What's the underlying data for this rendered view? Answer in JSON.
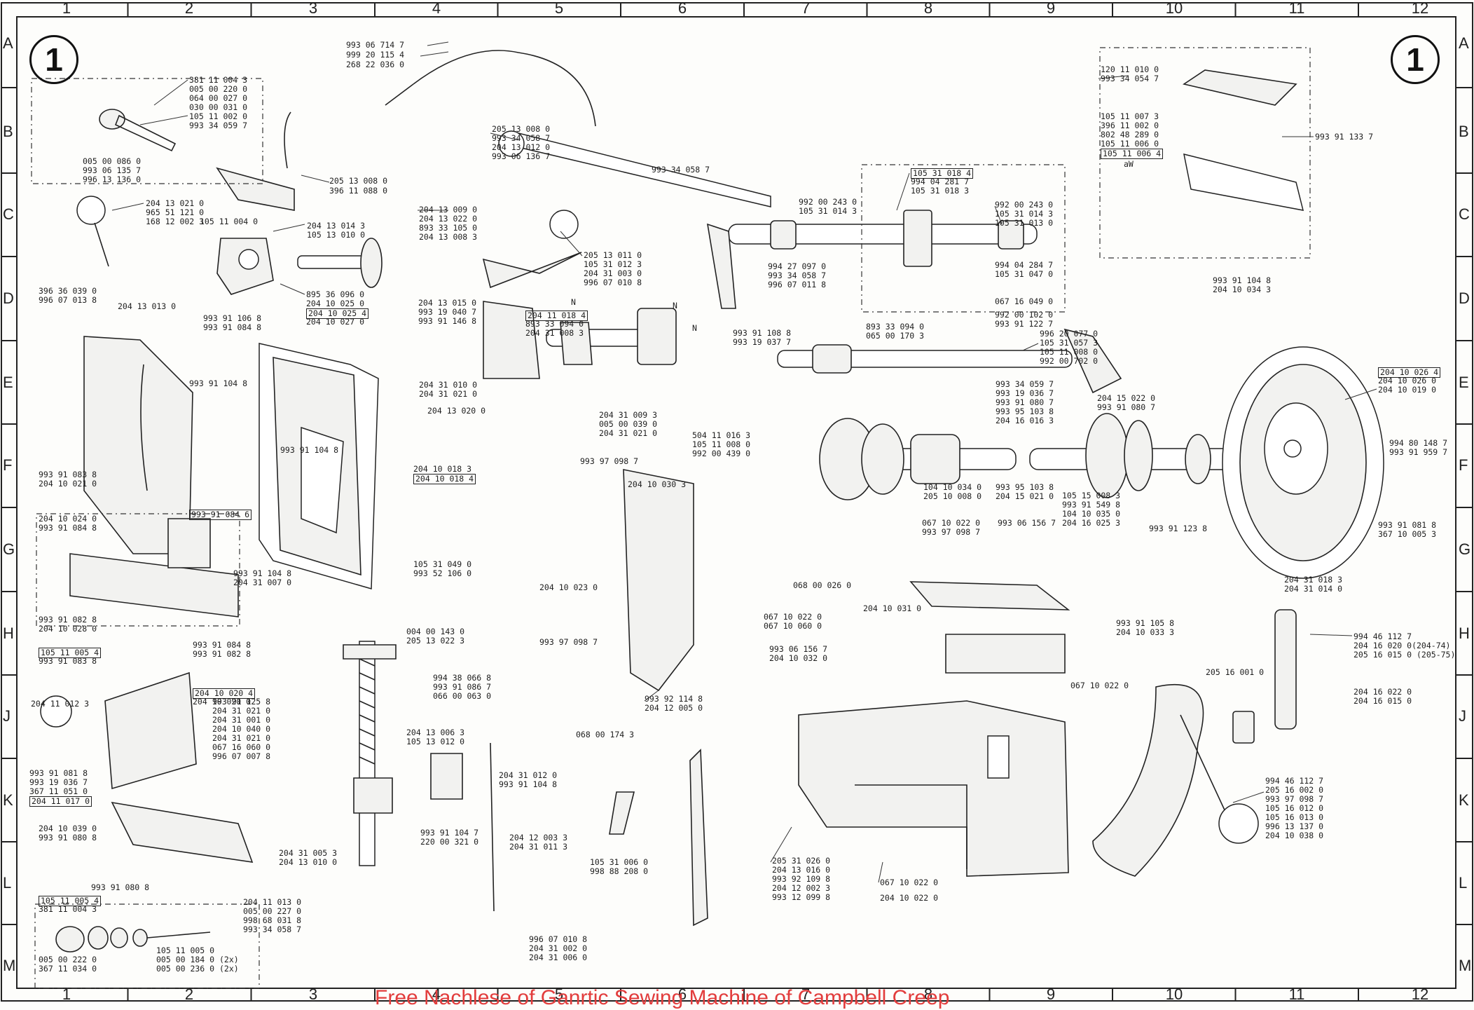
{
  "sheet_number": "1",
  "footer_text": "Free Nachlese of Ganrtic Sewing Machine of Campbell Creep",
  "grid": {
    "columns": [
      "1",
      "2",
      "3",
      "4",
      "5",
      "6",
      "7",
      "8",
      "9",
      "10",
      "11",
      "12"
    ],
    "rows": [
      "A",
      "B",
      "C",
      "D",
      "E",
      "F",
      "G",
      "H",
      "J",
      "K",
      "L",
      "M"
    ]
  },
  "callouts": [
    {
      "text": "993 06 714 7"
    },
    {
      "text": "999 20 115 4"
    },
    {
      "text": "268 22 036 0"
    },
    {
      "text": "381 11 004 3"
    },
    {
      "text": "005 00 220 0"
    },
    {
      "text": "064 00 027 0"
    },
    {
      "text": "030 00 031 0"
    },
    {
      "text": "105 11 002 0"
    },
    {
      "text": "993 34 059 7"
    },
    {
      "text": "005 00 086 0"
    },
    {
      "text": "993 06 135 7"
    },
    {
      "text": "996 13 136 0"
    },
    {
      "text": "205 13 008 0"
    },
    {
      "text": "396 11 088 0"
    },
    {
      "text": "204 13 021 0"
    },
    {
      "text": "965 51 121 0"
    },
    {
      "text": "168 12 002 3"
    },
    {
      "text": "105 11 004 0"
    },
    {
      "text": "396 36 039 0"
    },
    {
      "text": "996 07 013 8"
    },
    {
      "text": "204 13 013 0"
    },
    {
      "text": "204 13 014 3"
    },
    {
      "text": "105 13 010 0"
    },
    {
      "text": "895 36 096 0"
    },
    {
      "text": "204 10 025 0"
    },
    {
      "text": "204 10 025 4",
      "boxed": true
    },
    {
      "text": "204 10 027 0"
    },
    {
      "text": "993 91 106 8"
    },
    {
      "text": "993 91 084 8"
    },
    {
      "text": "993 91 104 8"
    },
    {
      "text": "204 13 015 0"
    },
    {
      "text": "993 19 040 7"
    },
    {
      "text": "993 91 146 8"
    },
    {
      "text": "204 13 020 0"
    },
    {
      "text": "993 91 083 8"
    },
    {
      "text": "204 10 021 0"
    },
    {
      "text": "993 91 104 8"
    },
    {
      "text": "204 10 018 3"
    },
    {
      "text": "204 10 018 4",
      "boxed": true
    },
    {
      "text": "204 10 024 0"
    },
    {
      "text": "993 91 084 8"
    },
    {
      "text": "993 91 084 6",
      "boxed": true
    },
    {
      "text": "993 91 104 8"
    },
    {
      "text": "204 31 007 0"
    },
    {
      "text": "105 31 049 0"
    },
    {
      "text": "993 52 106 0"
    },
    {
      "text": "993 91 082 8"
    },
    {
      "text": "204 10 028 0"
    },
    {
      "text": "993 91 084 8"
    },
    {
      "text": "993 91 082 8"
    },
    {
      "text": "105 11 005 4",
      "boxed": true
    },
    {
      "text": "993 91 083 8"
    },
    {
      "text": "204 10 020 4",
      "boxed": true
    },
    {
      "text": "204 10 020 0"
    },
    {
      "text": "204 11 012 3"
    },
    {
      "text": "993 91 081 8"
    },
    {
      "text": "993 19 036 7"
    },
    {
      "text": "367 11 051 0"
    },
    {
      "text": "204 11 017 0",
      "boxed": true
    },
    {
      "text": "993 91 125 8"
    },
    {
      "text": "204 31 021 0"
    },
    {
      "text": "204 31 001 0"
    },
    {
      "text": "204 10 040 0"
    },
    {
      "text": "204 31 021 0"
    },
    {
      "text": "067 16 060 0"
    },
    {
      "text": "996 07 007 8"
    },
    {
      "text": "204 10 039 0"
    },
    {
      "text": "993 91 080 8"
    },
    {
      "text": "993 91 080 8"
    },
    {
      "text": "105 11 005 4",
      "boxed": true
    },
    {
      "text": "381 11 004 3"
    },
    {
      "text": "204 11 013 0"
    },
    {
      "text": "005 00 227 0"
    },
    {
      "text": "998 68 031 8"
    },
    {
      "text": "993 34 058 7"
    },
    {
      "text": "005 00 222 0"
    },
    {
      "text": "367 11 034 0"
    },
    {
      "text": "105 11 005 0"
    },
    {
      "text": "005 00 184 0 (2x)"
    },
    {
      "text": "005 00 236 0 (2x)"
    },
    {
      "text": "004 00 143 0"
    },
    {
      "text": "205 13 022 3"
    },
    {
      "text": "994 38 066 8"
    },
    {
      "text": "993 91 086 7"
    },
    {
      "text": "066 00 063 0"
    },
    {
      "text": "204 13 006 3"
    },
    {
      "text": "105 13 012 0"
    },
    {
      "text": "204 31 005 3"
    },
    {
      "text": "204 13 010 0"
    },
    {
      "text": "993 91 104 7"
    },
    {
      "text": "220 00 321 0"
    },
    {
      "text": "205 13 008 0"
    },
    {
      "text": "993 34 058 7"
    },
    {
      "text": "204 13 012 0"
    },
    {
      "text": "993 06 136 7"
    },
    {
      "text": "993 34 058 7"
    },
    {
      "text": "204 13 009 0"
    },
    {
      "text": "204 13 022 0"
    },
    {
      "text": "893 33 105 0"
    },
    {
      "text": "204 13 008 3"
    },
    {
      "text": "205 13 011 0"
    },
    {
      "text": "105 31 012 3"
    },
    {
      "text": "204 31 003 0"
    },
    {
      "text": "996 07 010 8"
    },
    {
      "text": "994 27 097 0"
    },
    {
      "text": "993 34 058 7"
    },
    {
      "text": "996 07 011 8"
    },
    {
      "text": "N"
    },
    {
      "text": "204 11 018 4",
      "boxed": true
    },
    {
      "text": "893 33 094 0"
    },
    {
      "text": "204 31 008 3"
    },
    {
      "text": "N"
    },
    {
      "text": "N"
    },
    {
      "text": "993 91 108 8"
    },
    {
      "text": "993 19 037 7"
    },
    {
      "text": "204 31 010 0"
    },
    {
      "text": "204 31 021 0"
    },
    {
      "text": "204 31 009 3"
    },
    {
      "text": "005 00 039 0"
    },
    {
      "text": "204 31 021 0"
    },
    {
      "text": "504 11 016 3"
    },
    {
      "text": "105 11 008 0"
    },
    {
      "text": "992 00 439 0"
    },
    {
      "text": "993 97 098 7"
    },
    {
      "text": "204 10 030 3"
    },
    {
      "text": "204 10 023 0"
    },
    {
      "text": "993 97 098 7"
    },
    {
      "text": "993 92 114 8"
    },
    {
      "text": "204 12 005 0"
    },
    {
      "text": "068 00 174 3"
    },
    {
      "text": "204 31 012 0"
    },
    {
      "text": "993 91 104 8"
    },
    {
      "text": "204 12 003 3"
    },
    {
      "text": "204 31 011 3"
    },
    {
      "text": "105 31 006 0"
    },
    {
      "text": "998 88 208 0"
    },
    {
      "text": "996 07 010 8"
    },
    {
      "text": "204 31 002 0"
    },
    {
      "text": "204 31 006 0"
    },
    {
      "text": "992 00 243 0"
    },
    {
      "text": "105 31 014 3"
    },
    {
      "text": "105 31 018 4",
      "boxed": true
    },
    {
      "text": "994 04 281 7"
    },
    {
      "text": "105 31 018 3"
    },
    {
      "text": "992 00 243 0"
    },
    {
      "text": "105 31 014 3"
    },
    {
      "text": "105 31 013 0"
    },
    {
      "text": "994 04 284 7"
    },
    {
      "text": "105 31 047 0"
    },
    {
      "text": "067 16 049 0"
    },
    {
      "text": "992 00 102 0"
    },
    {
      "text": "993 91 122 7"
    },
    {
      "text": "893 33 094 0"
    },
    {
      "text": "065 00 170 3"
    },
    {
      "text": "996 20 077 0"
    },
    {
      "text": "105 31 057 3"
    },
    {
      "text": "105 11 008 0"
    },
    {
      "text": "992 00 702 0"
    },
    {
      "text": "993 34 059 7"
    },
    {
      "text": "993 19 036 7"
    },
    {
      "text": "993 91 080 7"
    },
    {
      "text": "993 95 103 8"
    },
    {
      "text": "204 16 016 3"
    },
    {
      "text": "204 15 022 0"
    },
    {
      "text": "993 91 080 7"
    },
    {
      "text": "104 10 034 0"
    },
    {
      "text": "205 10 008 0"
    },
    {
      "text": "993 95 103 8"
    },
    {
      "text": "204 15 021 0"
    },
    {
      "text": "105 15 008 3"
    },
    {
      "text": "993 91 549 8"
    },
    {
      "text": "104 10 035 0"
    },
    {
      "text": "204 16 025 3"
    },
    {
      "text": "993 91 123 8"
    },
    {
      "text": "067 10 022 0"
    },
    {
      "text": "993 97 098 7"
    },
    {
      "text": "993 06 156 7"
    },
    {
      "text": "068 00 026 0"
    },
    {
      "text": "204 10 031 0"
    },
    {
      "text": "067 10 022 0"
    },
    {
      "text": "067 10 060 0"
    },
    {
      "text": "993 06 156 7"
    },
    {
      "text": "204 10 032 0"
    },
    {
      "text": "993 91 105 8"
    },
    {
      "text": "204 10 033 3"
    },
    {
      "text": "067 10 022 0"
    },
    {
      "text": "205 31 026 0"
    },
    {
      "text": "204 13 016 0"
    },
    {
      "text": "993 92 109 8"
    },
    {
      "text": "204 12 002 3"
    },
    {
      "text": "993 12 099 8"
    },
    {
      "text": "067 10 022 0"
    },
    {
      "text": "204 10 022 0"
    },
    {
      "text": "120 11 010 0"
    },
    {
      "text": "993 34 054 7"
    },
    {
      "text": "105 11 007 3"
    },
    {
      "text": "396 11 002 0"
    },
    {
      "text": "802 48 289 0"
    },
    {
      "text": "105 11 006 0"
    },
    {
      "text": "105 11 006 4",
      "boxed": true
    },
    {
      "text": "aW"
    },
    {
      "text": "993 91 133 7"
    },
    {
      "text": "993 91 104 8"
    },
    {
      "text": "204 10 034 3"
    },
    {
      "text": "204 10 026 4",
      "boxed": true
    },
    {
      "text": "204 10 026 0"
    },
    {
      "text": "204 10 019 0"
    },
    {
      "text": "994 80 148 7"
    },
    {
      "text": "993 91 959 7"
    },
    {
      "text": "993 91 081 8"
    },
    {
      "text": "367 10 005 3"
    },
    {
      "text": "204 31 018 3"
    },
    {
      "text": "204 31 014 0"
    },
    {
      "text": "994 46 112 7"
    },
    {
      "text": "204 16 020 0(204-74)"
    },
    {
      "text": "205 16 015 0 (205-75)"
    },
    {
      "text": "205 16 001 0"
    },
    {
      "text": "204 16 022 0"
    },
    {
      "text": "204 16 015 0"
    },
    {
      "text": "994 46 112 7"
    },
    {
      "text": "205 16 002 0"
    },
    {
      "text": "993 97 098 7"
    },
    {
      "text": "105 16 012 0"
    },
    {
      "text": "105 16 013 0"
    },
    {
      "text": "996 13 137 0"
    },
    {
      "text": "204 10 038 0"
    }
  ]
}
